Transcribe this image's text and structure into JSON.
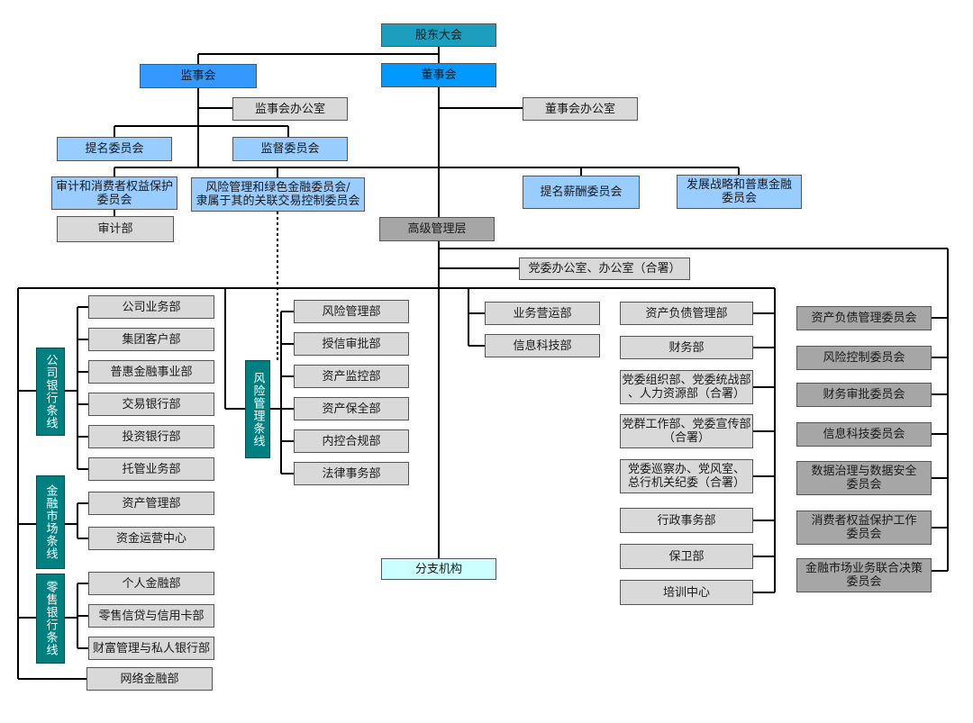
{
  "top": {
    "shareholders": "股东大会",
    "supervisory_board": "监事会",
    "board_of_directors": "董事会",
    "supervisory_office": "监事会办公室",
    "board_office": "董事会办公室",
    "nomination_committee": "提名委员会",
    "supervision_committee": "监督委员会",
    "audit_committee": "审计和消费者权益保护\n委员会",
    "risk_committee": "风险管理和绿色金融委员会/\n隶属于其的关联交易控制委员会",
    "remuneration_committee": "提名薪酬委员会",
    "strategy_committee": "发展战略和普惠金融\n委员会",
    "audit_dept": "审计部",
    "senior_management": "高级管理层",
    "party_office": "党委办公室、办公室（合署）",
    "branches": "分支机构"
  },
  "lines": {
    "corporate_line": "公司银行条线",
    "risk_line": "风险管理条线",
    "market_line": "金融市场条线",
    "retail_line": "零售银行条线"
  },
  "corporate_depts": [
    "公司业务部",
    "集团客户部",
    "普惠金融事业部",
    "交易银行部",
    "投资银行部",
    "托管业务部"
  ],
  "market_depts": [
    "资产管理部",
    "资金运营中心"
  ],
  "retail_depts": [
    "个人金融部",
    "零售信贷与信用卡部",
    "财富管理与私人银行部"
  ],
  "network_dept": "网络金融部",
  "risk_depts": [
    "风险管理部",
    "授信审批部",
    "资产监控部",
    "资产保全部",
    "内控合规部",
    "法律事务部"
  ],
  "ops_depts": [
    "业务营运部",
    "信息科技部"
  ],
  "admin_depts": [
    "资产负债管理部",
    "财务部",
    "党委组织部、党委统战部\n、人力资源部（合署）",
    "党群工作部、党委宣传部\n（合署）",
    "党委巡察办、党风室、\n总行机关纪委（合署）",
    "行政事务部",
    "保卫部",
    "培训中心"
  ],
  "mgmt_committees": [
    "资产负债管理委员会",
    "风险控制委员会",
    "财务审批委员会",
    "信息科技委员会",
    "数据治理与数据安全\n委员会",
    "消费者权益保护工作\n委员会",
    "金融市场业务联合决策\n委员会"
  ]
}
